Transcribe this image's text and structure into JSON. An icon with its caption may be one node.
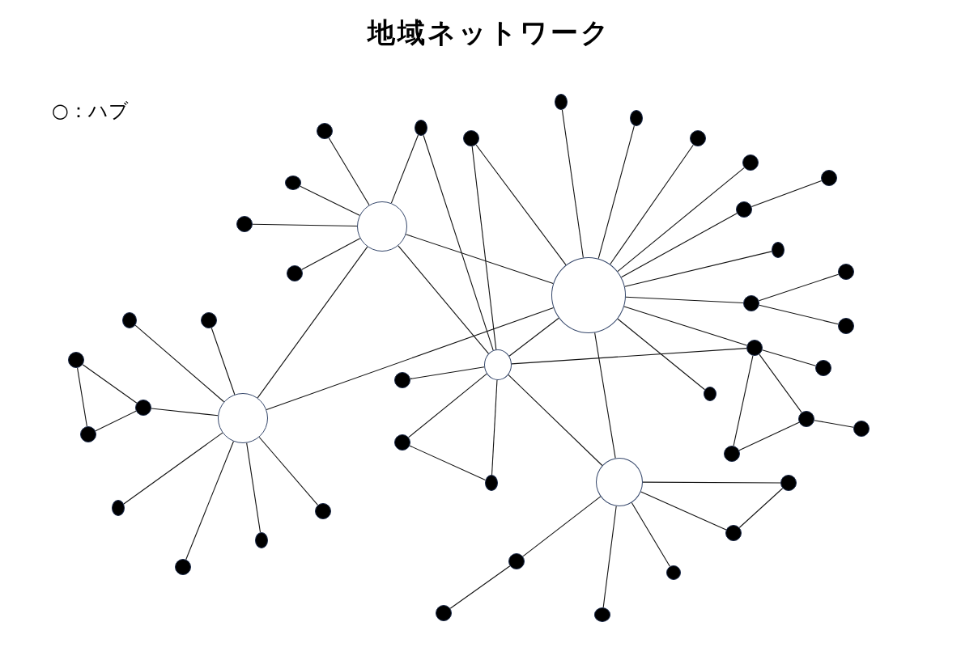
{
  "diagram": {
    "title": "地域ネットワーク",
    "nodes": [
      {
        "text": [],
        "shape": "dot"
      },
      {
        "text": [],
        "shape": "dot"
      },
      {
        "text": [],
        "shape": "dot"
      },
      {
        "text": [],
        "shape": "dot"
      },
      {
        "text": [],
        "shape": "dot"
      },
      {
        "text": [],
        "shape": "dot"
      },
      {
        "text": [],
        "shape": "dot"
      },
      {
        "text": [],
        "shape": "dot"
      },
      {
        "text": [],
        "shape": "dot"
      },
      {
        "text": [],
        "shape": "dot"
      },
      {
        "text": [],
        "shape": "dot"
      },
      {
        "text": [],
        "shape": "circle"
      },
      {
        "text": [],
        "shape": "dot"
      },
      {
        "text": [],
        "shape": "dot"
      },
      {
        "text": [],
        "shape": "dot"
      },
      {
        "text": [],
        "shape": "circle"
      },
      {
        "text": [],
        "shape": "dot"
      },
      {
        "text": [],
        "shape": "dot"
      },
      {
        "text": [],
        "shape": "dot"
      },
      {
        "text": [],
        "shape": "dot"
      },
      {
        "text": [],
        "shape": "dot"
      },
      {
        "text": [],
        "shape": "dot"
      },
      {
        "text": [],
        "shape": "circle"
      },
      {
        "text": [],
        "shape": "dot"
      },
      {
        "text": [],
        "shape": "dot"
      },
      {
        "text": [],
        "shape": "dot"
      },
      {
        "text": [],
        "shape": "dot"
      },
      {
        "text": [],
        "shape": "circle"
      },
      {
        "text": [],
        "shape": "dot"
      },
      {
        "text": [],
        "shape": "dot"
      },
      {
        "text": [],
        "shape": "dot"
      },
      {
        "text": [],
        "shape": "dot"
      },
      {
        "text": [],
        "shape": "dot"
      },
      {
        "text": [],
        "shape": "circle"
      },
      {
        "text": [],
        "shape": "dot"
      },
      {
        "text": [],
        "shape": "dot"
      },
      {
        "text": [],
        "shape": "dot"
      },
      {
        "text": [],
        "shape": "dot"
      },
      {
        "text": [],
        "shape": "dot"
      },
      {
        "text": [],
        "shape": "dot"
      },
      {
        "text": [],
        "shape": "dot"
      },
      {
        "text": [],
        "shape": "dot"
      },
      {
        "text": [],
        "shape": "dot"
      },
      {
        "text": [],
        "shape": "dot"
      },
      {
        "text": [],
        "shape": "dot"
      }
    ],
    "edges": [
      {
        "from": 11,
        "to": 3,
        "arrow": "none"
      },
      {
        "from": 11,
        "to": 8,
        "arrow": "none"
      },
      {
        "from": 11,
        "to": 10,
        "arrow": "none"
      },
      {
        "from": 11,
        "to": 14,
        "arrow": "none"
      },
      {
        "from": 11,
        "to": 2,
        "arrow": "none"
      },
      {
        "from": 11,
        "to": 27,
        "arrow": "none"
      },
      {
        "from": 11,
        "to": 15,
        "arrow": "none"
      },
      {
        "from": 11,
        "to": 22,
        "arrow": "none"
      },
      {
        "from": 2,
        "to": 22,
        "arrow": "none"
      },
      {
        "from": 4,
        "to": 22,
        "arrow": "none"
      },
      {
        "from": 4,
        "to": 15,
        "arrow": "none"
      },
      {
        "from": 0,
        "to": 15,
        "arrow": "none"
      },
      {
        "from": 1,
        "to": 15,
        "arrow": "none"
      },
      {
        "from": 5,
        "to": 15,
        "arrow": "none"
      },
      {
        "from": 6,
        "to": 15,
        "arrow": "none"
      },
      {
        "from": 9,
        "to": 15,
        "arrow": "none"
      },
      {
        "from": 9,
        "to": 7,
        "arrow": "none"
      },
      {
        "from": 12,
        "to": 15,
        "arrow": "none"
      },
      {
        "from": 16,
        "to": 15,
        "arrow": "none"
      },
      {
        "from": 16,
        "to": 13,
        "arrow": "none"
      },
      {
        "from": 16,
        "to": 19,
        "arrow": "none"
      },
      {
        "from": 20,
        "to": 15,
        "arrow": "none"
      },
      {
        "from": 20,
        "to": 23,
        "arrow": "none"
      },
      {
        "from": 20,
        "to": 22,
        "arrow": "none"
      },
      {
        "from": 20,
        "to": 32,
        "arrow": "none"
      },
      {
        "from": 20,
        "to": 28,
        "arrow": "none"
      },
      {
        "from": 28,
        "to": 32,
        "arrow": "none"
      },
      {
        "from": 28,
        "to": 29,
        "arrow": "none"
      },
      {
        "from": 25,
        "to": 15,
        "arrow": "none"
      },
      {
        "from": 15,
        "to": 33,
        "arrow": "none"
      },
      {
        "from": 15,
        "to": 22,
        "arrow": "none"
      },
      {
        "from": 15,
        "to": 27,
        "arrow": "none"
      },
      {
        "from": 22,
        "to": 24,
        "arrow": "none"
      },
      {
        "from": 22,
        "to": 31,
        "arrow": "none"
      },
      {
        "from": 22,
        "to": 34,
        "arrow": "none"
      },
      {
        "from": 22,
        "to": 33,
        "arrow": "none"
      },
      {
        "from": 31,
        "to": 34,
        "arrow": "none"
      },
      {
        "from": 27,
        "to": 17,
        "arrow": "none"
      },
      {
        "from": 27,
        "to": 18,
        "arrow": "none"
      },
      {
        "from": 27,
        "to": 26,
        "arrow": "none"
      },
      {
        "from": 27,
        "to": 36,
        "arrow": "none"
      },
      {
        "from": 27,
        "to": 41,
        "arrow": "none"
      },
      {
        "from": 27,
        "to": 39,
        "arrow": "none"
      },
      {
        "from": 27,
        "to": 37,
        "arrow": "none"
      },
      {
        "from": 26,
        "to": 21,
        "arrow": "none"
      },
      {
        "from": 26,
        "to": 30,
        "arrow": "none"
      },
      {
        "from": 21,
        "to": 30,
        "arrow": "none"
      },
      {
        "from": 33,
        "to": 35,
        "arrow": "none"
      },
      {
        "from": 33,
        "to": 38,
        "arrow": "none"
      },
      {
        "from": 33,
        "to": 42,
        "arrow": "none"
      },
      {
        "from": 33,
        "to": 44,
        "arrow": "none"
      },
      {
        "from": 33,
        "to": 40,
        "arrow": "none"
      },
      {
        "from": 35,
        "to": 38,
        "arrow": "none"
      },
      {
        "from": 40,
        "to": 43,
        "arrow": "none"
      }
    ],
    "labels": [
      "○：ハブ"
    ]
  }
}
